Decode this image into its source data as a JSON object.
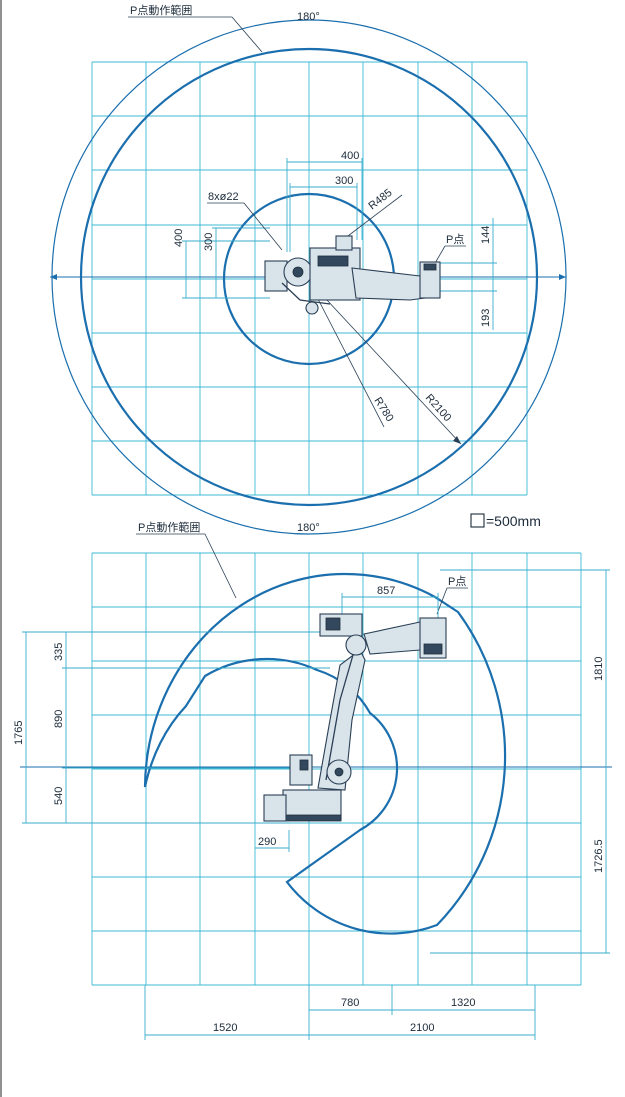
{
  "top_view": {
    "range_label": "P点動作範囲",
    "angle_top": "180°",
    "angle_bottom": "180°",
    "dim_400_h": "400",
    "dim_300_h": "300",
    "bolt_label": "8xø22",
    "radius_485": "R485",
    "dim_400_v": "400",
    "dim_300_v": "300",
    "p_point": "P点",
    "dim_144": "144",
    "dim_193": "193",
    "radius_780": "R780",
    "radius_2100": "R2100"
  },
  "scale_label": "=500mm",
  "side_view": {
    "range_label": "P点動作範囲",
    "p_point": "P点",
    "dim_857": "857",
    "dim_335": "335",
    "dim_890": "890",
    "dim_1765": "1765",
    "dim_540": "540",
    "dim_290": "290",
    "dim_1810": "1810",
    "dim_1726": "1726.5",
    "dim_780": "780",
    "dim_1320": "1320",
    "dim_1520": "1520",
    "dim_2100": "2100"
  },
  "colors": {
    "grid": "#3db9d6",
    "envelope": "#1b6fae",
    "robot": "#2a3f55"
  }
}
